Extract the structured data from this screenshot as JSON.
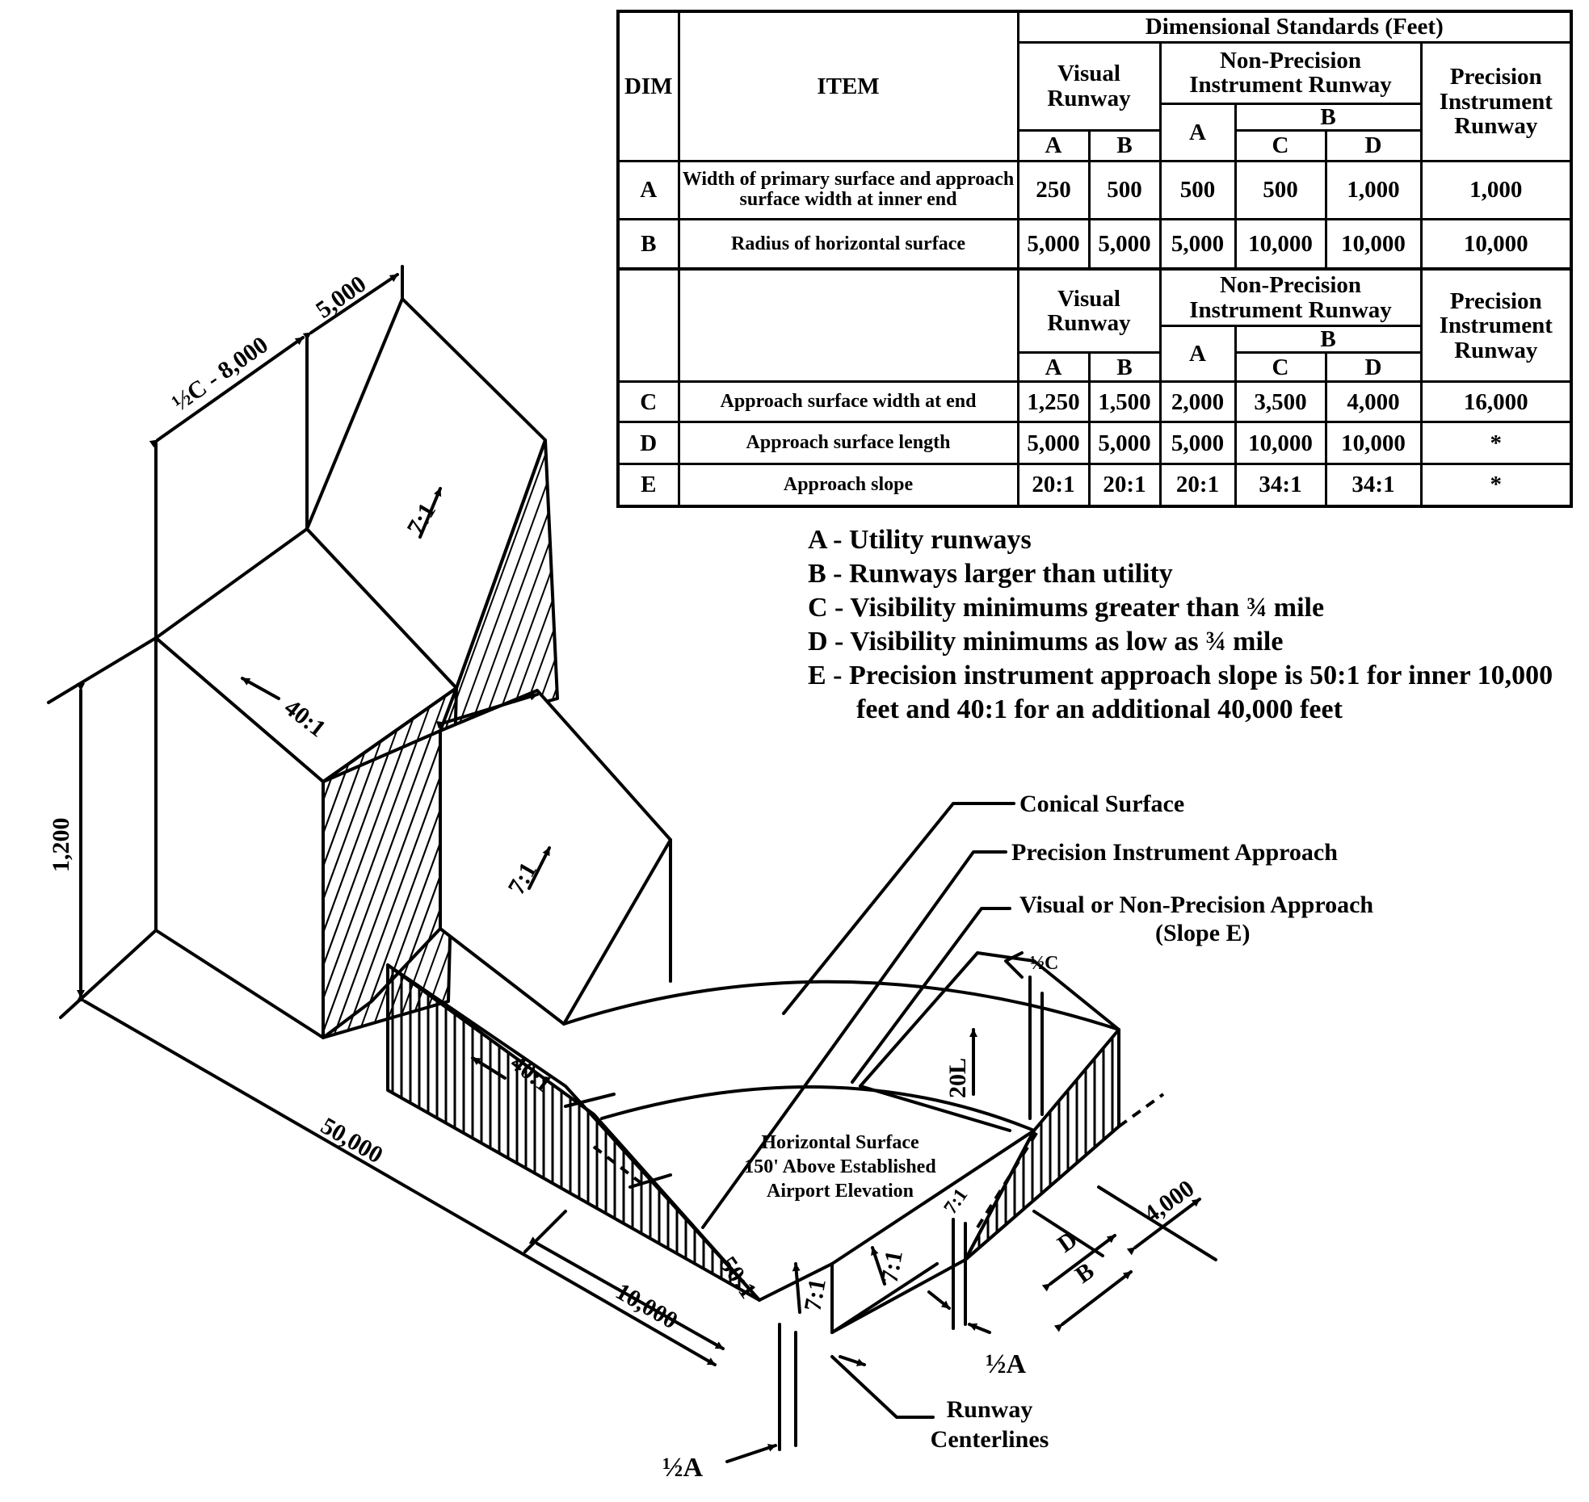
{
  "table": {
    "header": {
      "dim": "DIM",
      "item": "ITEM",
      "standards": "Dimensional Standards (Feet)",
      "visual": "Visual Runway",
      "non_precision": "Non-Precision Instrument Runway",
      "precision": "Precision Instrument Runway",
      "sub_a": "A",
      "sub_b": "B",
      "np_a": "A",
      "np_b": "B",
      "np_c": "C",
      "np_d": "D"
    },
    "rows_top": [
      {
        "dim": "A",
        "item": "Width of primary surface and approach surface width at inner end",
        "values": [
          "250",
          "500",
          "500",
          "500",
          "1,000",
          "1,000"
        ]
      },
      {
        "dim": "B",
        "item": "Radius of horizontal surface",
        "values": [
          "5,000",
          "5,000",
          "5,000",
          "10,000",
          "10,000",
          "10,000"
        ]
      }
    ],
    "header2": {
      "visual": "Visual Runway",
      "non_precision": "Non-Precision Instrument Runway",
      "precision": "Precision Instrument Runway",
      "sub_a": "A",
      "sub_b": "B",
      "np_a": "A",
      "np_b": "B",
      "np_c": "C",
      "np_d": "D"
    },
    "rows_bottom": [
      {
        "dim": "C",
        "item": "Approach surface width at end",
        "values": [
          "1,250",
          "1,500",
          "2,000",
          "3,500",
          "4,000",
          "16,000"
        ]
      },
      {
        "dim": "D",
        "item": "Approach surface length",
        "values": [
          "5,000",
          "5,000",
          "5,000",
          "10,000",
          "10,000",
          "*"
        ]
      },
      {
        "dim": "E",
        "item": "Approach slope",
        "values": [
          "20:1",
          "20:1",
          "20:1",
          "34:1",
          "34:1",
          "*"
        ]
      }
    ]
  },
  "legend": [
    "A - Utility runways",
    "B - Runways larger than utility",
    "C - Visibility minimums greater than ¾ mile",
    "D - Visibility minimums as low as ¾ mile",
    "E - Precision instrument approach slope is 50:1 for inner 10,000 feet and 40:1 for an additional 40,000 feet"
  ],
  "diagram": {
    "dim_5000": "5,000",
    "dim_half_c_8000": "½C - 8,000",
    "dim_1200": "1,200",
    "dim_50000": "50,000",
    "dim_10000": "10,000",
    "dim_4000": "4,000",
    "dim_d": "D",
    "dim_b": "B",
    "slope_7_1": "7:1",
    "slope_40_1": "40:1",
    "slope_50_1": "50:1",
    "runway_20l": "20L",
    "half_c": "½C",
    "half_a": "½A",
    "callout_conical": "Conical Surface",
    "callout_precision": "Precision Instrument Approach",
    "callout_visual_line1": "Visual or Non-Precision Approach",
    "callout_visual_line2": "(Slope E)",
    "horizontal_line1": "Horizontal Surface",
    "horizontal_line2": "150' Above Established",
    "horizontal_line3": "Airport Elevation",
    "runway_line1": "Runway",
    "runway_line2": "Centerlines"
  }
}
